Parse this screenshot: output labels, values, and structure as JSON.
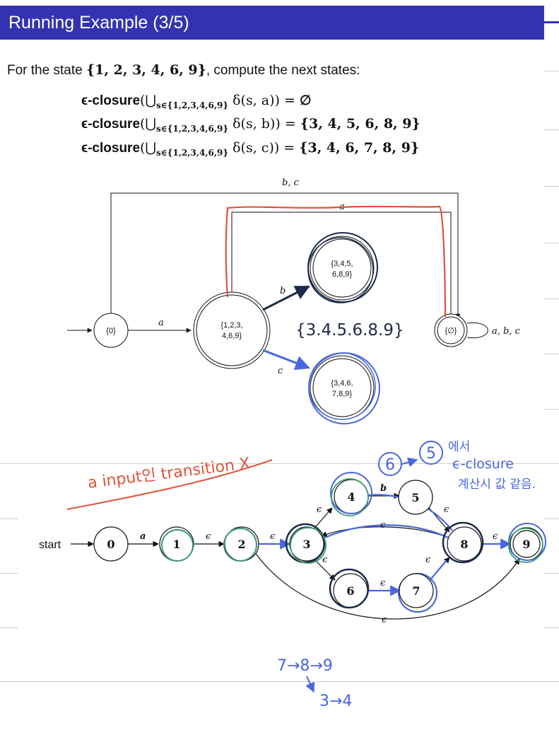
{
  "slide": {
    "title": "Running Example (3/5)",
    "intro": "For the state",
    "state_set": "{1, 2, 3, 4, 6, 9}",
    "intro_tail": ", compute the next states:",
    "equations": [
      {
        "keyword": "ϵ-closure",
        "open": "(⋃",
        "subscript": "s∈{1,2,3,4,6,9}",
        "expr": " δ(s, a)) = ",
        "result": "∅"
      },
      {
        "keyword": "ϵ-closure",
        "open": "(⋃",
        "subscript": "s∈{1,2,3,4,6,9}",
        "expr": " δ(s, b)) = ",
        "result": "{3, 4, 5, 6, 8, 9}"
      },
      {
        "keyword": "ϵ-closure",
        "open": "(⋃",
        "subscript": "s∈{1,2,3,4,6,9}",
        "expr": " δ(s, c)) = ",
        "result": "{3, 4, 6, 7, 8, 9}"
      }
    ]
  },
  "dfa": {
    "states": {
      "s0": "{0}",
      "s1_line1": "{1,2,3,",
      "s1_line2": "4,6,9}",
      "sb_line1": "{3,4,5,",
      "sb_line2": "6,8,9}",
      "sc_line1": "{3,4,6,",
      "sc_line2": "7,8,9}",
      "empty": "{∅}"
    },
    "labels": {
      "top": "b, c",
      "a_top": "a",
      "a_start": "a",
      "b": "b",
      "c": "c",
      "self": "a, b, c"
    }
  },
  "nfa": {
    "start_label": "start",
    "states": [
      "0",
      "1",
      "2",
      "3",
      "4",
      "5",
      "6",
      "7",
      "8",
      "9"
    ],
    "edge_labels": {
      "a": "a",
      "b": "b",
      "eps": "ϵ"
    }
  },
  "handwriting": {
    "dfa_note": "{3.4.5.6.8.9}",
    "note_red": "a input인 transition X",
    "note_top_6": "6",
    "note_top_5": "5",
    "note_top_tail": "에서",
    "note_closure": "ϵ-closure",
    "note_korean": "계산시 값 같음.",
    "bottom_line1": "7→8→9",
    "bottom_line2": "3→4"
  },
  "colors": {
    "title_bar": "#3333b2",
    "ink_blue": "#4a66e0",
    "ink_red": "#e0533a",
    "ink_green": "#3e9a70",
    "ink_dark": "#1b2b48"
  }
}
